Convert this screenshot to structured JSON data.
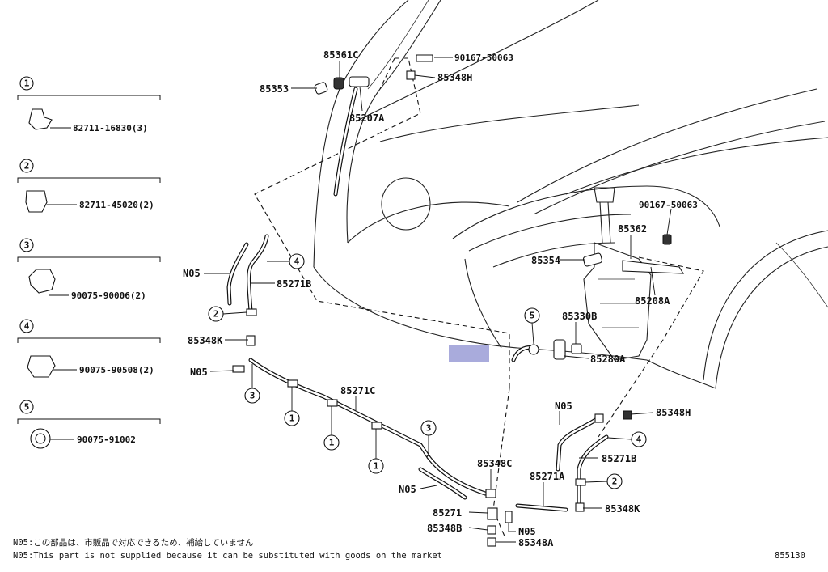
{
  "legend": {
    "items": [
      {
        "num": "1",
        "part": "82711-16830(3)"
      },
      {
        "num": "2",
        "part": "82711-45020(2)"
      },
      {
        "num": "3",
        "part": "90075-90006(2)"
      },
      {
        "num": "4",
        "part": "90075-90508(2)"
      },
      {
        "num": "5",
        "part": "90075-91002"
      }
    ]
  },
  "labels": {
    "p85361c": "85361C",
    "p90167a": "90167-50063",
    "p85353": "85353",
    "p85348h_top": "85348H",
    "p85207a": "85207A",
    "p90167b": "90167-50063",
    "p85362": "85362",
    "p85354": "85354",
    "p85208a": "85208A",
    "p85330b": "85330B",
    "p85280a": "85280A",
    "n05_a": "N05",
    "p85271b_l": "85271B",
    "p85348k_l": "85348K",
    "n05_b": "N05",
    "p85271c": "85271C",
    "n05_c": "N05",
    "p85348c": "85348C",
    "p85271a": "85271A",
    "p85271": "85271",
    "p85348b": "85348B",
    "n05_d": "N05",
    "p85348a": "85348A",
    "n05_e": "N05",
    "p85348h_r": "85348H",
    "p85271b_r": "85271B",
    "p85348k_r": "85348K"
  },
  "callouts": {
    "c4a": "4",
    "c2a": "2",
    "c3a": "3",
    "c1a": "1",
    "c1b": "1",
    "c1c": "1",
    "c3b": "3",
    "c5a": "5",
    "c4b": "4",
    "c2b": "2"
  },
  "footer": {
    "note_jp": "N05:この部品は、市販品で対応できるため、補給していません",
    "note_en": "N05:This part is not supplied because it can be substituted with goods on the market",
    "diagram_code": "855130"
  },
  "colors": {
    "highlight_box": "#a9abdc"
  }
}
